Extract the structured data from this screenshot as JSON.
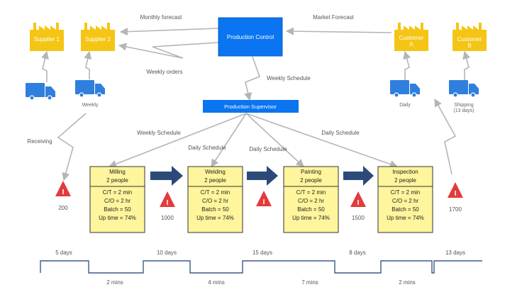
{
  "title_blocks": {
    "production_control": "Production Control",
    "production_supervisor": "Production Supervisor"
  },
  "suppliers": [
    {
      "label": "Supplier 1"
    },
    {
      "label": "Supplier 2"
    }
  ],
  "customers": [
    {
      "label": "Customer\nA",
      "line1": "Customer",
      "line2": "A"
    },
    {
      "label": "Customer\nB",
      "line1": "Customer",
      "line2": "B"
    }
  ],
  "flow_labels": {
    "monthly_forecast": "Monthly forecast",
    "market_forecast": "Market Forecast",
    "weekly_orders": "Weekly orders",
    "weekly_schedule_top": "Weekly Schedule",
    "weekly_schedule_left": "Weekly Schedule",
    "daily_schedule_1": "Daily Schedule",
    "daily_schedule_2": "Daily Schedule",
    "daily_schedule_right": "Daily Schedule",
    "receiving": "Receiving"
  },
  "trucks": {
    "weekly": "Weekly",
    "daily": "Daily",
    "shipping_line1": "Shipping",
    "shipping_line2": "(13 days)"
  },
  "processes": [
    {
      "name": "Milling",
      "people": "2 people",
      "ct": "C/T = 2 min",
      "co": "C/O = 2 hr",
      "batch": "Batch = 50",
      "uptime": "Up time = 74%"
    },
    {
      "name": "Welding",
      "people": "2 people",
      "ct": "C/T = 2 min",
      "co": "C/O = 2 hr",
      "batch": "Batch = 50",
      "uptime": "Up time = 74%"
    },
    {
      "name": "Painting",
      "people": "2 people",
      "ct": "C/T = 2 min",
      "co": "C/O = 2 hr",
      "batch": "Batch = 50",
      "uptime": "Up time = 74%"
    },
    {
      "name": "Inspection",
      "people": "2 people",
      "ct": "C/T = 2 min",
      "co": "C/O = 2 hr",
      "batch": "Batch = 50",
      "uptime": "Up time = 74%"
    }
  ],
  "inventory": [
    {
      "symbol": "I",
      "value": "200"
    },
    {
      "symbol": "I",
      "value": "1000"
    },
    {
      "symbol": "I",
      "value": "1500"
    },
    {
      "symbol": "I",
      "value": "1700"
    }
  ],
  "timeline": {
    "wait": [
      "5 days",
      "10 days",
      "15 days",
      "8 days",
      "13 days"
    ],
    "process": [
      "2 mins",
      "4 mins",
      "7 mins",
      "2 mins"
    ]
  },
  "colors": {
    "factory": "#f5c515",
    "truck": "#2f7fde",
    "control_box": "#0b74f0",
    "process_box": "#fff59c",
    "push_arrow": "#2b4a78",
    "warning": "#e33b3b",
    "timeline": "#3c5a87"
  }
}
